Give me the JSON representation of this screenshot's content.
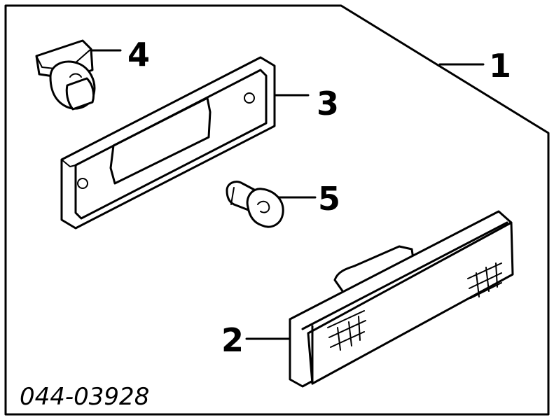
{
  "diagram": {
    "callouts": [
      {
        "id": "1",
        "label": "1"
      },
      {
        "id": "2",
        "label": "2"
      },
      {
        "id": "3",
        "label": "3"
      },
      {
        "id": "4",
        "label": "4"
      },
      {
        "id": "5",
        "label": "5"
      }
    ],
    "part_number": "044-03928"
  }
}
